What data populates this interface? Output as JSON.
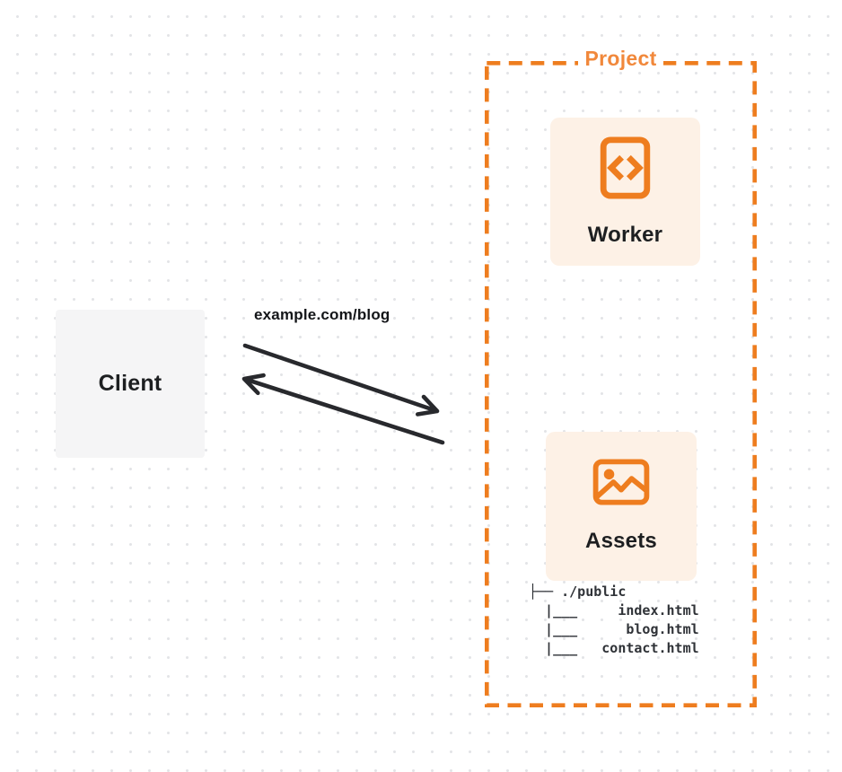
{
  "colors": {
    "accent": "#EE7D1F",
    "project_label": "#F1883B",
    "card_bg": "#FDF1E6",
    "client_bg": "#F5F5F6",
    "arrow": "#28292D",
    "text_dark": "#1D1F21",
    "tree_text": "#2F3237",
    "dot": "#E3E4E7"
  },
  "client": {
    "label": "Client"
  },
  "request": {
    "url_label": "example.com/blog"
  },
  "project": {
    "label": "Project",
    "worker": {
      "label": "Worker",
      "icon": "code-document-icon"
    },
    "assets": {
      "label": "Assets",
      "icon": "image-icon",
      "tree": "├── ./public\n  |___     index.html\n  |___      blog.html\n  |___   contact.html"
    }
  }
}
